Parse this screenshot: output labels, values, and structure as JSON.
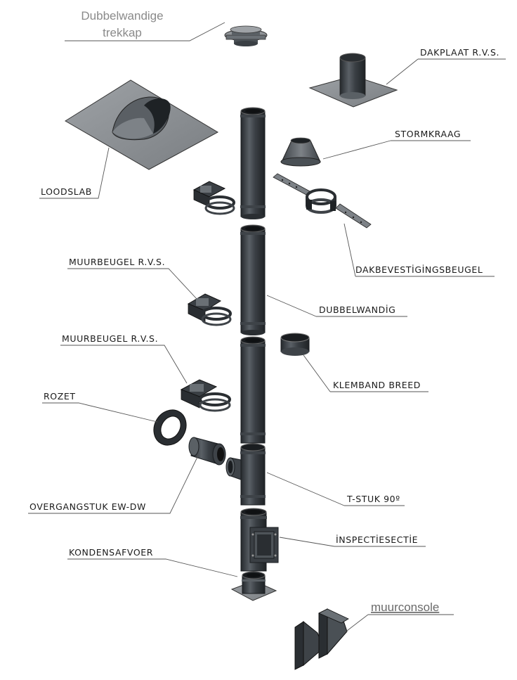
{
  "labels": {
    "trekkap_1": "Dubbelwandige",
    "trekkap_2": "trekkap",
    "dakplaat": "DAKPLAAT  R.V.S.",
    "stormkraag": "STORMKRAAG",
    "loodslab": "LOODSLAB",
    "dakbevestigingsbeugel": "DAKBEVESTİGİNGSBEUGEL",
    "muurbeugel_1": "MUURBEUGEL R.V.S.",
    "dubbelwandig": "DUBBELWANDİG",
    "muurbeugel_2": "MUURBEUGEL R.V.S.",
    "klemband": "KLEMBAND BREED",
    "rozet": "ROZET",
    "tstuk": "T-STUK 90º",
    "overgangstuk": "OVERGANGSTUK  EW-DW",
    "inspectiesectie": "İNSPECTİESECTİE",
    "kondensafvoer": "KONDENSAFVOER",
    "muurconsole": "muurconsole"
  },
  "colors": {
    "pipe_dark": "#2e3338",
    "pipe_mid": "#4a5056",
    "pipe_light": "#6a7076",
    "plate": "#8c9094",
    "label_gray": "#8a8a8a"
  }
}
